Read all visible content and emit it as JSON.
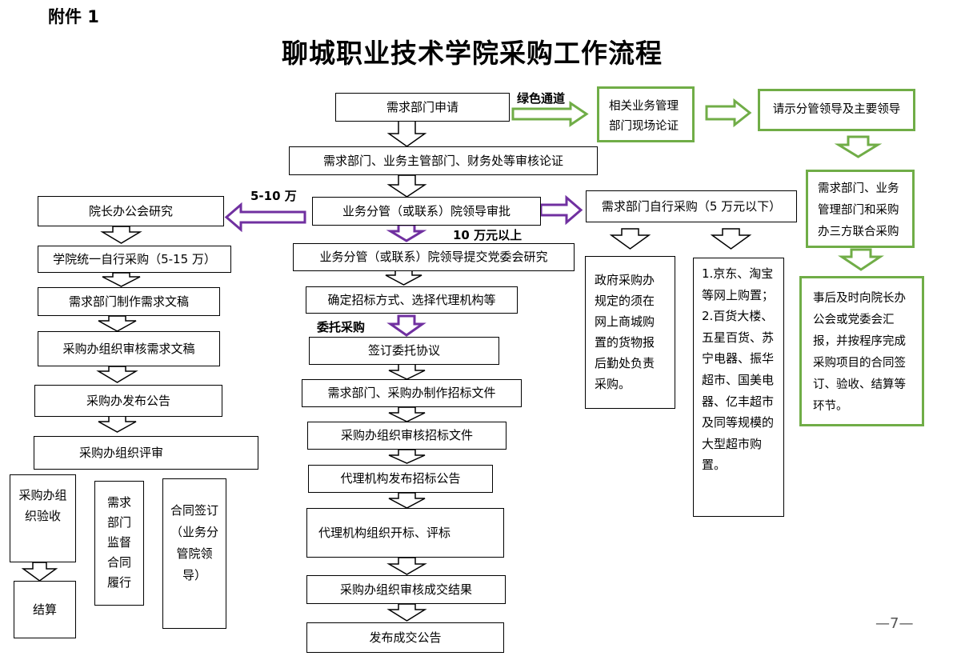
{
  "header": {
    "attachment": "附件 1",
    "title": "聊城职业技术学院采购工作流程"
  },
  "labels": {
    "green_channel": "绿色通道",
    "range_5_10": "5-10 万",
    "above_10": "10 万元以上",
    "entrusted": "委托采购"
  },
  "center": {
    "apply": "需求部门申请",
    "review": "需求部门、业务主管部门、财务处等审核论证",
    "approve": "业务分管（或联系）院领导审批",
    "party": "业务分管（或联系）院领导提交党委会研究",
    "method": "确定招标方式、选择代理机构等",
    "agreement": "签订委托协议",
    "tender_docs": "需求部门、采购办制作招标文件",
    "review_docs": "采购办组织审核招标文件",
    "announce": "代理机构发布招标公告",
    "bid_open": "代理机构组织开标、评标",
    "review_result": "采购办组织审核成交结果",
    "publish_result": "发布成交公告"
  },
  "left": {
    "meeting": "院长办公会研究",
    "unified": "学院统一自行采购（5-15 万）",
    "draft": "需求部门制作需求文稿",
    "review_draft": "采购办组织审核需求文稿",
    "announce": "采购办发布公告",
    "evaluate": "采购办组织评审",
    "accept": "采购办组织验收",
    "supervise": "需求部门监督合同履行",
    "contract": "合同签订（业务分管院领导）",
    "settle": "结算"
  },
  "right": {
    "self_purchase": "需求部门自行采购（5 万元以下）",
    "gov": "政府采购办规定的须在网上商城购置的货物报后勤处负责采购。",
    "online_line1": "1.京东、淘宝等网上购置；",
    "online_line2": "2.百货大楼、五星百货、苏宁电器、振华超市、国美电器、亿丰超市及同等规模的大型超市购置。"
  },
  "green": {
    "onsite": "相关业务管理部门现场论证",
    "leaders": "请示分管领导及主要领导",
    "joint": "需求部门、业务管理部门和采购办三方联合采购",
    "report": "事后及时向院长办公会或党委会汇报，并按程序完成采购项目的合同签订、验收、结算等环节。"
  },
  "footer": {
    "page": "—7—"
  },
  "colors": {
    "green": "#70ad47",
    "purple": "#7030a0",
    "black": "#000000"
  }
}
